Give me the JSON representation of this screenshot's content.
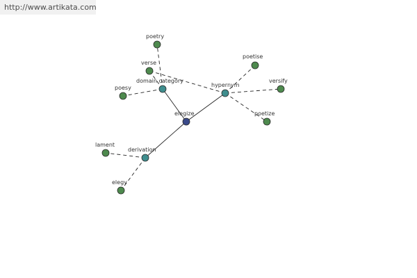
{
  "watermark": {
    "url": "http://www.artikata.com"
  },
  "graph": {
    "colors": {
      "center": "#3a4a8a",
      "relation": "#3f8e8e",
      "word": "#4e8a4e",
      "edge": "#222222",
      "node_stroke": "#2b2b2b"
    },
    "nodes": [
      {
        "id": "elegize",
        "label": "elegize",
        "kind": "center"
      },
      {
        "id": "domain-category",
        "label": "domain category",
        "kind": "relation"
      },
      {
        "id": "hypernym",
        "label": "hypernym",
        "kind": "relation"
      },
      {
        "id": "derivation",
        "label": "derivation",
        "kind": "relation"
      },
      {
        "id": "poetry",
        "label": "poetry",
        "kind": "word"
      },
      {
        "id": "verse",
        "label": "verse",
        "kind": "word"
      },
      {
        "id": "poesy",
        "label": "poesy",
        "kind": "word"
      },
      {
        "id": "poetise",
        "label": "poetise",
        "kind": "word"
      },
      {
        "id": "versify",
        "label": "versify",
        "kind": "word"
      },
      {
        "id": "poetize",
        "label": "poetize",
        "kind": "word"
      },
      {
        "id": "lament",
        "label": "lament",
        "kind": "word"
      },
      {
        "id": "elegy",
        "label": "elegy",
        "kind": "word"
      }
    ],
    "edges": [
      {
        "from": "elegize",
        "to": "domain-category",
        "style": "solid"
      },
      {
        "from": "elegize",
        "to": "hypernym",
        "style": "solid"
      },
      {
        "from": "elegize",
        "to": "derivation",
        "style": "solid"
      },
      {
        "from": "domain-category",
        "to": "poetry",
        "style": "dashed"
      },
      {
        "from": "domain-category",
        "to": "verse",
        "style": "dashed"
      },
      {
        "from": "domain-category",
        "to": "poesy",
        "style": "dashed"
      },
      {
        "from": "hypernym",
        "to": "poetise",
        "style": "dashed"
      },
      {
        "from": "hypernym",
        "to": "versify",
        "style": "dashed"
      },
      {
        "from": "hypernym",
        "to": "poetize",
        "style": "dashed"
      },
      {
        "from": "hypernym",
        "to": "verse",
        "style": "dashed"
      },
      {
        "from": "derivation",
        "to": "lament",
        "style": "dashed"
      },
      {
        "from": "derivation",
        "to": "elegy",
        "style": "dashed"
      }
    ]
  }
}
